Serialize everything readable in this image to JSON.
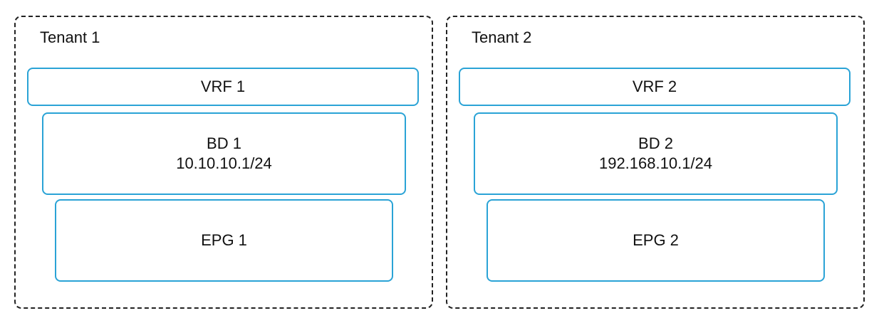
{
  "tenants": [
    {
      "label": "Tenant 1",
      "vrf": "VRF 1",
      "bd": {
        "name": "BD 1",
        "subnet": "10.10.10.1/24"
      },
      "epg": "EPG 1"
    },
    {
      "label": "Tenant 2",
      "vrf": "VRF 2",
      "bd": {
        "name": "BD 2",
        "subnet": "192.168.10.1/24"
      },
      "epg": "EPG 2"
    }
  ],
  "colors": {
    "box_border": "#2aa3d6",
    "tenant_border": "#222222"
  }
}
